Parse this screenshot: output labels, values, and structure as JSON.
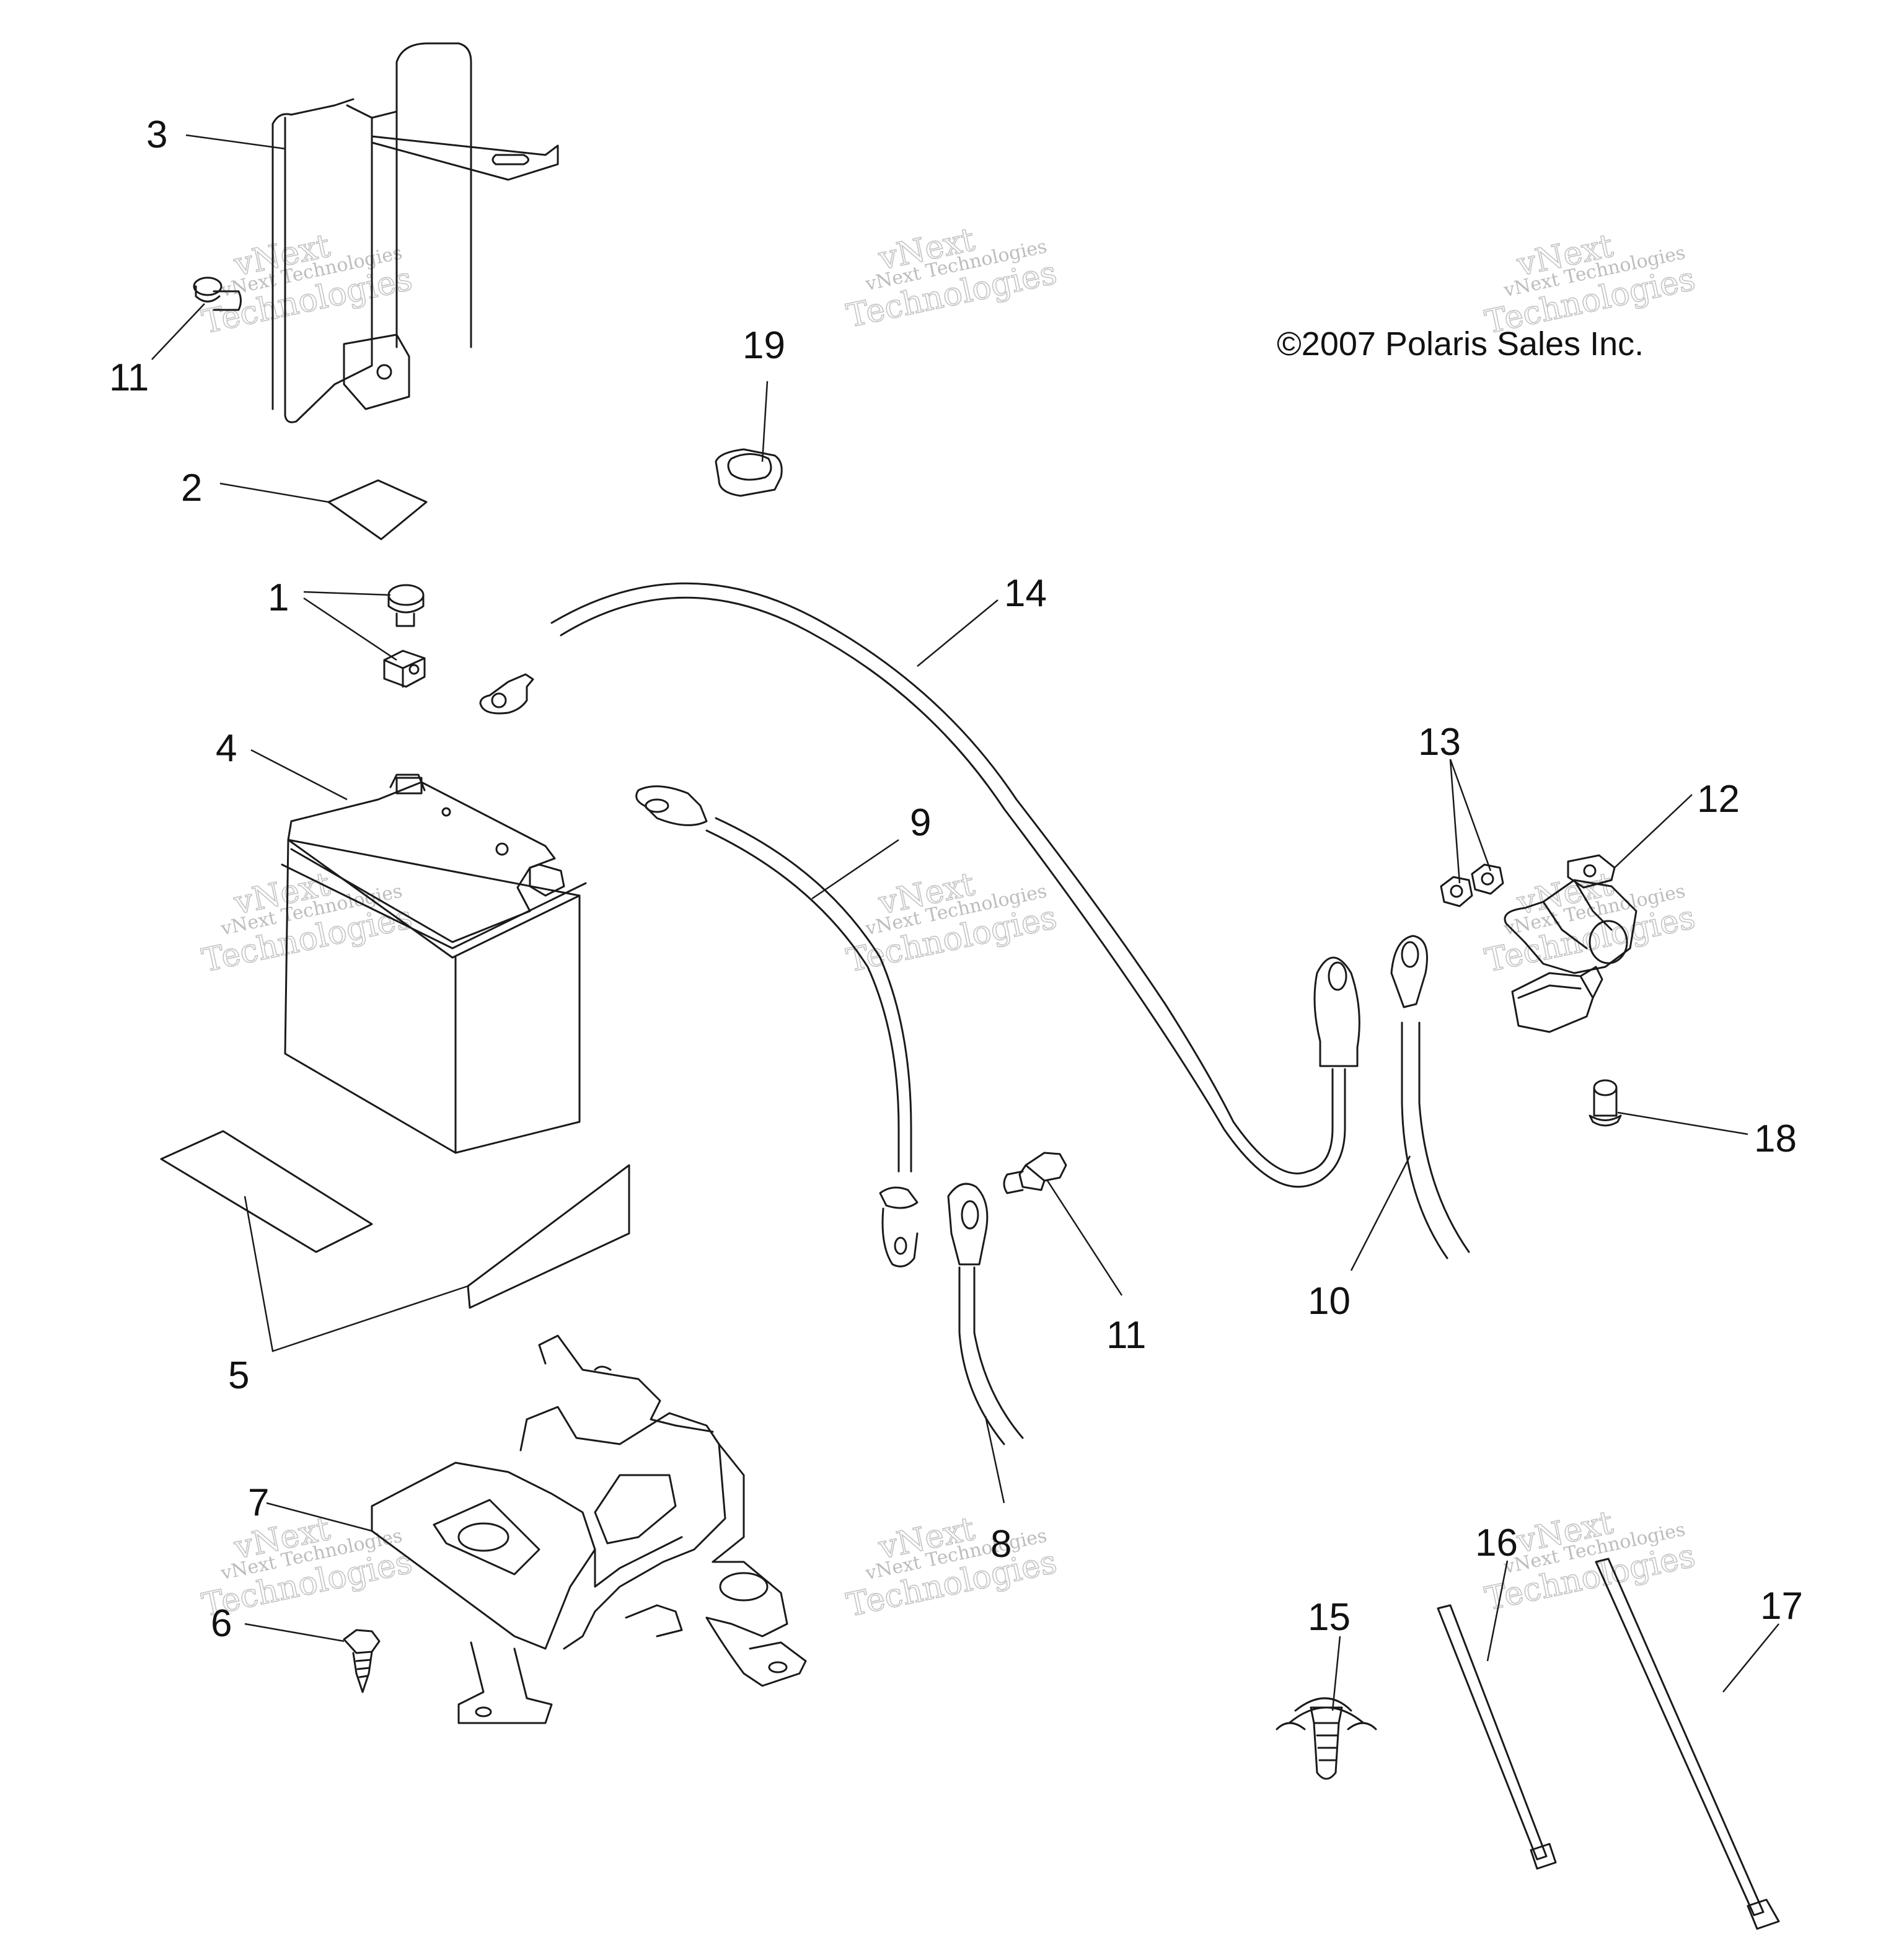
{
  "copyright": "©2007 Polaris Sales Inc.",
  "watermark": {
    "line1": "vNext",
    "line2": "vNext Technologies",
    "line3": "Technologies"
  },
  "callouts": [
    "1",
    "2",
    "3",
    "4",
    "5",
    "6",
    "7",
    "8",
    "9",
    "10",
    "11",
    "11",
    "12",
    "13",
    "14",
    "15",
    "16",
    "17",
    "18",
    "19"
  ],
  "colors": {
    "line": "#1a1a1a",
    "background": "#ffffff",
    "watermark": "#c4c4c4"
  }
}
